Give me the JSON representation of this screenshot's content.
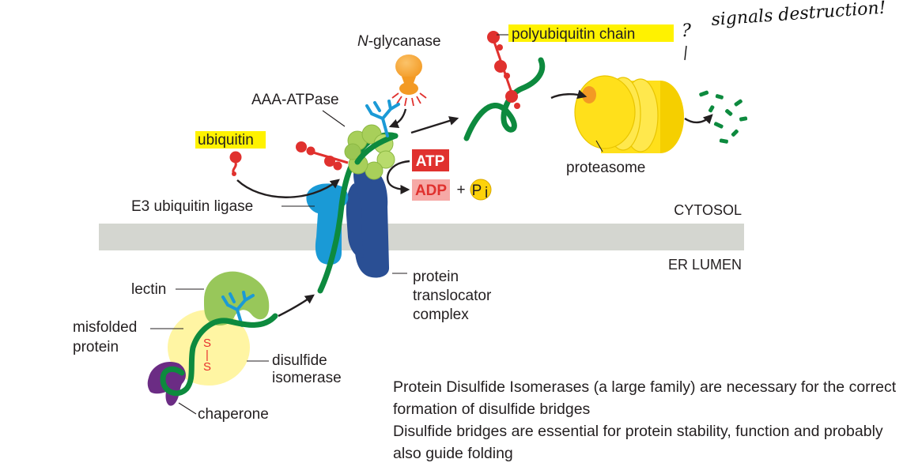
{
  "labels": {
    "n_glycanase_prefix": "N",
    "n_glycanase_rest": "-glycanase",
    "polyubiquitin_chain": "polyubiquitin chain",
    "aaa_atpase": "AAA-ATPase",
    "ubiquitin": "ubiquitin",
    "atp": "ATP",
    "adp": "ADP",
    "plus": "+",
    "pi_main": "P",
    "pi_sub": "i",
    "proteasome": "proteasome",
    "e3_ligase": "E3 ubiquitin ligase",
    "cytosol": "CYTOSOL",
    "er_lumen": "ER LUMEN",
    "lectin": "lectin",
    "misfolded_line1": "misfolded",
    "misfolded_line2": "protein",
    "translocator_line1": "protein",
    "translocator_line2": "translocator",
    "translocator_line3": "complex",
    "pdi_line1": "disulfide",
    "pdi_line2": "isomerase",
    "chaperone": "chaperone",
    "disulfide_s_top": "S",
    "disulfide_bond": "|",
    "disulfide_s_bottom": "S"
  },
  "handwriting": {
    "question": "?",
    "note": "signals destruction!"
  },
  "notes": [
    "Protein Disulfide Isomerases (a large family) are necessary for the correct formation of disulfide bridges",
    "Disulfide bridges are essential for protein stability, function and probably also guide folding"
  ],
  "colors": {
    "highlight": "#fff200",
    "membrane": "#d4d6d0",
    "protein_chain": "#0d8a3e",
    "ubiquitin": "#e0312e",
    "atp_box": "#e0312e",
    "adp_box": "#f6a9a6",
    "pi_circle": "#fdd20a",
    "proteasome": "#ffe01b",
    "glycanase": "#f7a935",
    "e3_ligase": "#1a9ad6",
    "translocator": "#2a4f94",
    "atpase_ring": "#a8cf5a",
    "lectin": "#98c75a",
    "glycan": "#1b9ad6",
    "pdi": "#fff5a3",
    "chaperone": "#6b2c84"
  }
}
